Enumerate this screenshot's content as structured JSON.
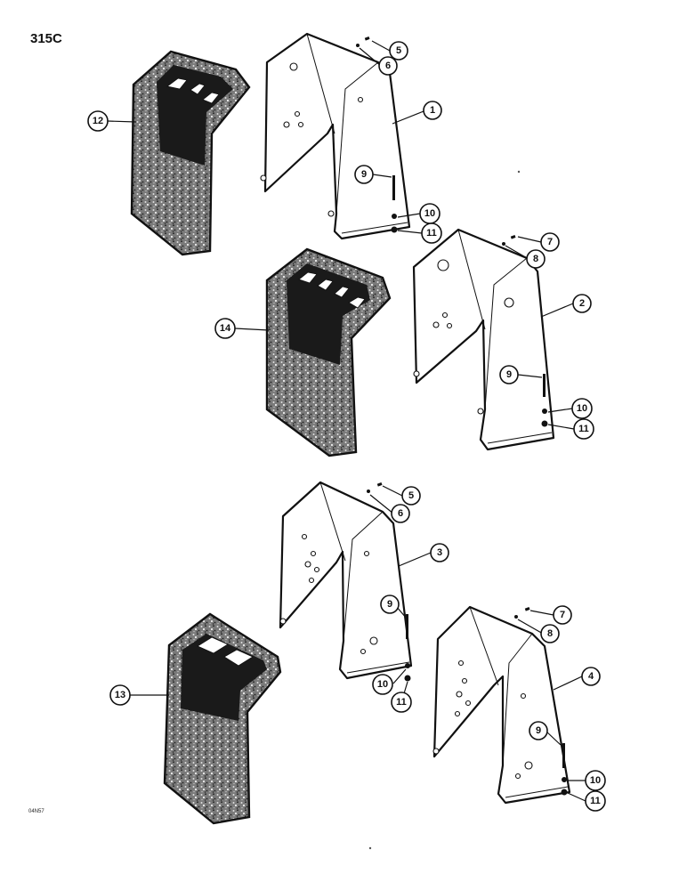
{
  "page": {
    "page_code": "315C",
    "figure_code": "04N57"
  },
  "callouts": {
    "c1": "1",
    "c2": "2",
    "c3": "3",
    "c4": "4",
    "c5a": "5",
    "c5b": "5",
    "c6a": "6",
    "c6b": "6",
    "c7a": "7",
    "c7b": "7",
    "c8a": "8",
    "c8b": "8",
    "c9a": "9",
    "c9b": "9",
    "c9c": "9",
    "c9d": "9",
    "c10a": "10",
    "c10b": "10",
    "c10c": "10",
    "c10d": "10",
    "c11a": "11",
    "c11b": "11",
    "c11c": "11",
    "c11d": "11",
    "c12": "12",
    "c13": "13",
    "c14": "14"
  },
  "colors": {
    "ink": "#111111",
    "paper": "#ffffff",
    "speckle": "#6e6e6e"
  }
}
